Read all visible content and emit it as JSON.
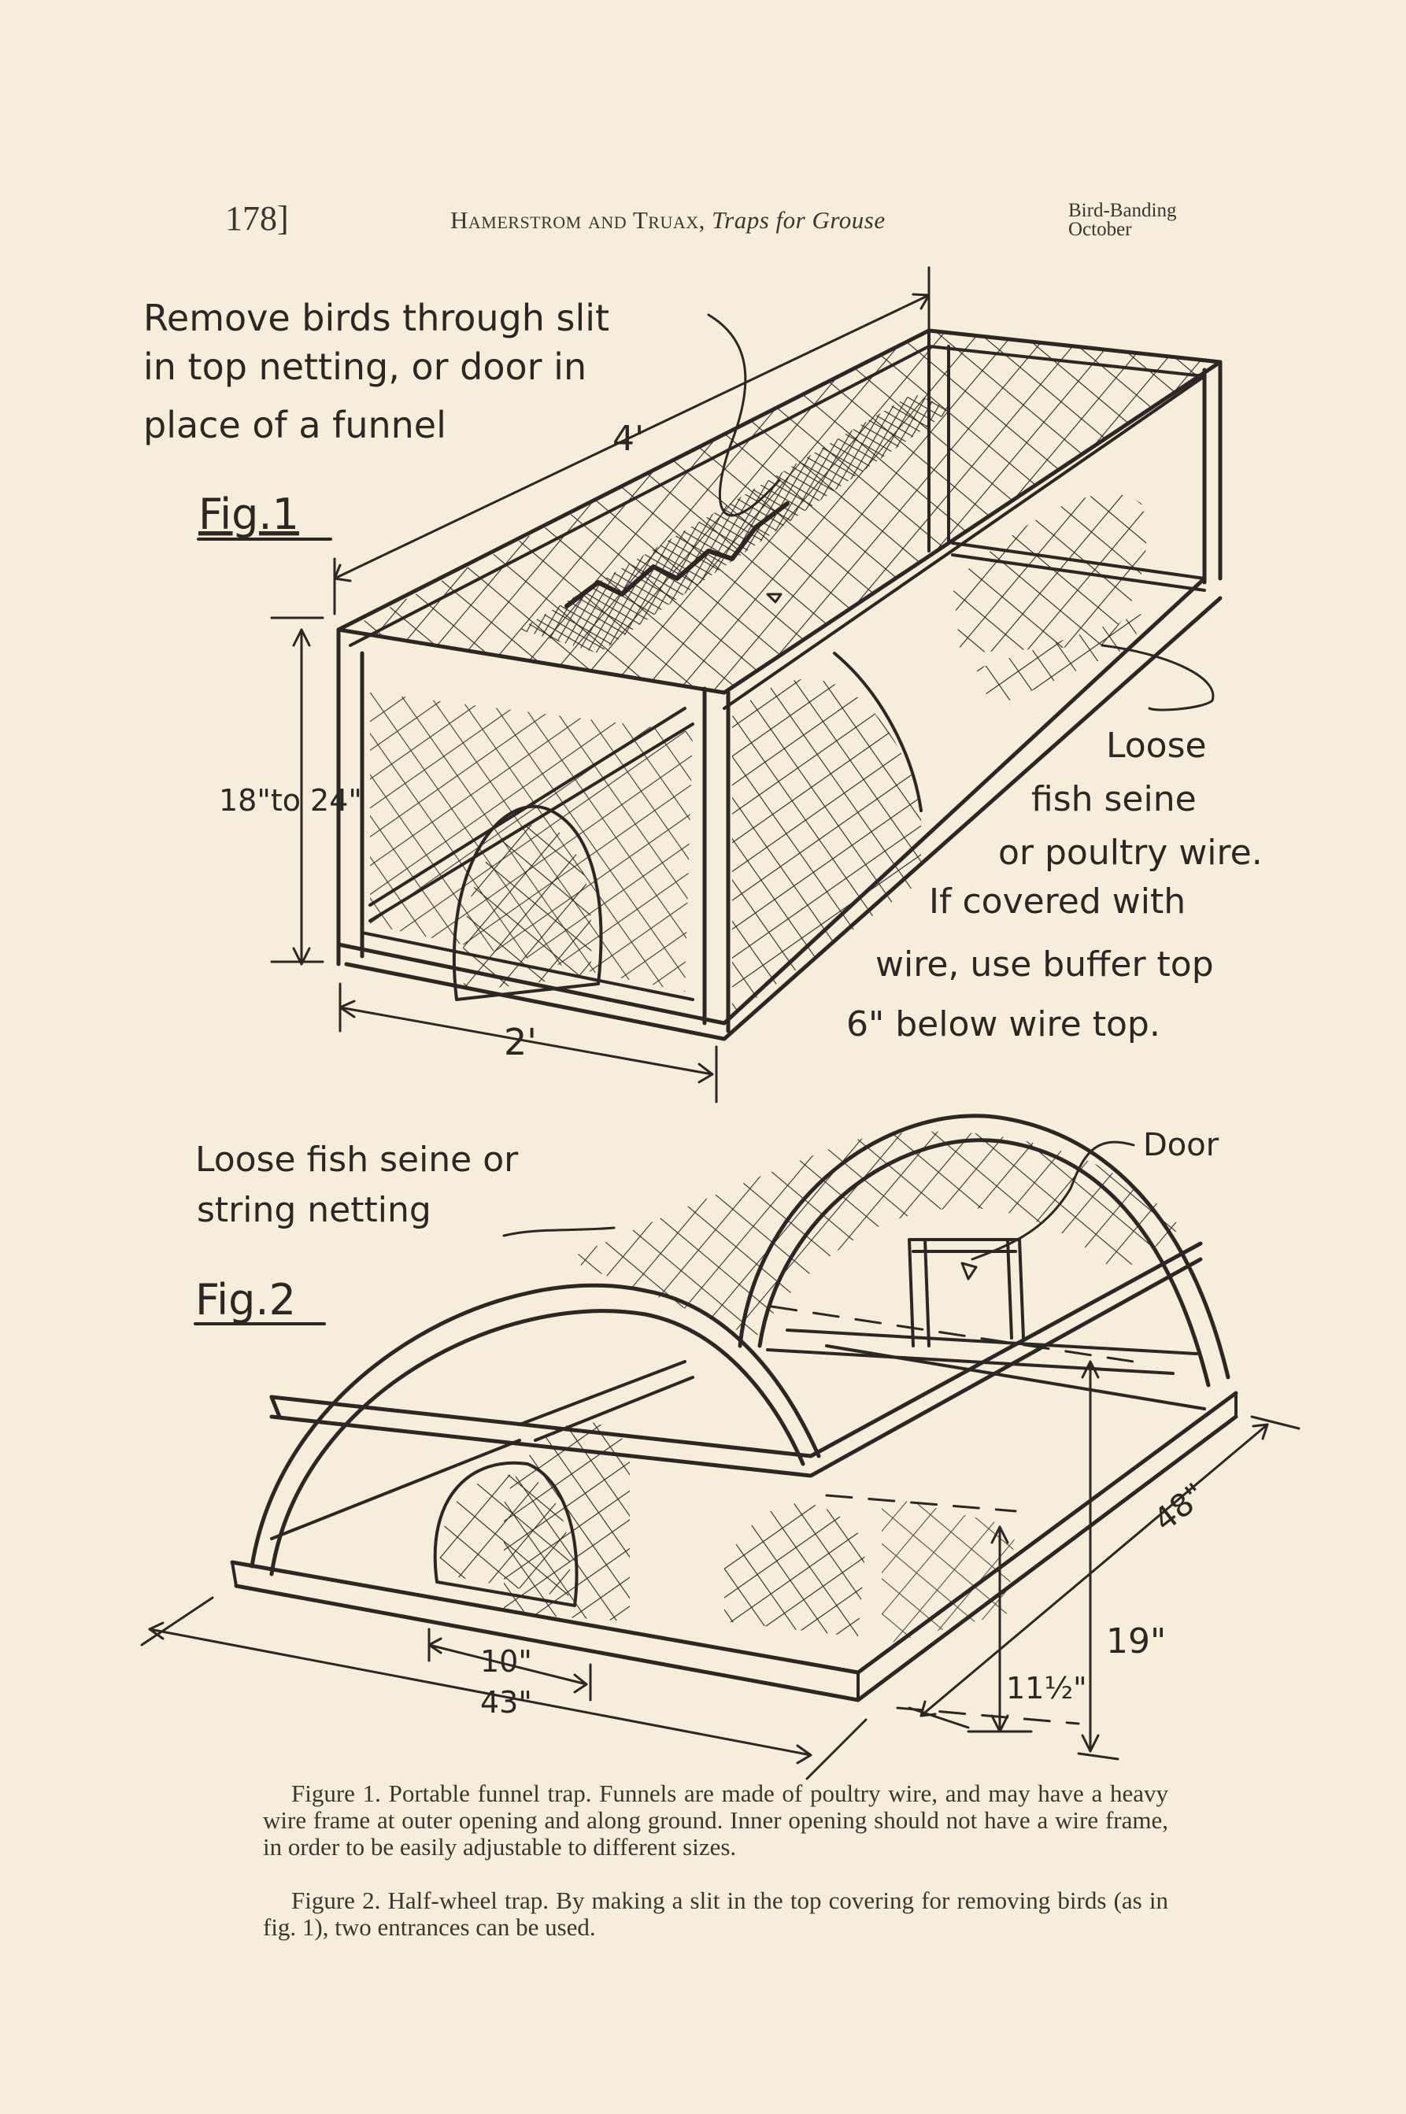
{
  "header": {
    "page_number": "178]",
    "authors": "Hamerstrom and Truax,",
    "title": "Traps for Grouse",
    "journal_line1": "Bird-Banding",
    "journal_line2": "October"
  },
  "fig1": {
    "label": "Fig.1",
    "note_line1": "Remove birds through slit",
    "note_line2": "in top netting, or door in",
    "note_line3": "place of a funnel",
    "dim_length": "4'",
    "dim_height": "18\"to 24\"",
    "dim_width": "2'",
    "side_note_1": "Loose",
    "side_note_2": "fish seine",
    "side_note_3": "or poultry wire.",
    "side_note_4": "If covered with",
    "side_note_5": "wire, use buffer top",
    "side_note_6": "6\" below wire top."
  },
  "fig2": {
    "label": "Fig.2",
    "note_line1": "Loose fish seine or",
    "note_line2": "string netting",
    "door_label": "Door",
    "dim_funnel": "10\"",
    "dim_width": "43\"",
    "dim_length": "48\"",
    "dim_inner_height": "11½\"",
    "dim_height": "19\""
  },
  "captions": {
    "figure1": "Figure 1.  Portable funnel trap.  Funnels are made of poultry wire, and may have a heavy wire frame at outer opening and along ground. Inner opening should not have a wire frame, in order to be easily adjustable to different sizes.",
    "figure2": "Figure 2.  Half-wheel trap.  By making a slit in the top covering for removing birds (as in fig. 1), two entrances can be used."
  }
}
